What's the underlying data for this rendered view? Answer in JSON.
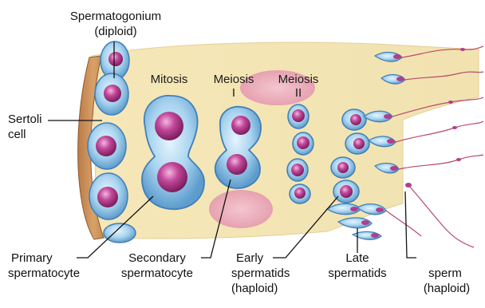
{
  "labels": {
    "spermatogonium": "Spermatogonium",
    "spermatogonium_ploidy": "(diploid)",
    "sertoli_1": "Sertoli",
    "sertoli_2": "cell",
    "primary_1": "Primary",
    "primary_2": "spermatocyte",
    "secondary_1": "Secondary",
    "secondary_2": "spermatocyte",
    "early_1": "Early",
    "early_2": "spermatids",
    "early_3": "(haploid)",
    "late_1": "Late",
    "late_2": "spermatids",
    "sperm_1": "sperm",
    "sperm_2": "(haploid)"
  },
  "stages": {
    "mitosis": "Mitosis",
    "meiosis_1_a": "Meiosis",
    "meiosis_1_b": "I",
    "meiosis_2_a": "Meiosis",
    "meiosis_2_b": "II"
  },
  "colors": {
    "tissue": "#f3e5b6",
    "basement": "#c48a55",
    "cell_outer": "#8fc3e6",
    "cell_border": "#3f7fb8",
    "nucleus": "#a8307f",
    "nucleus_light": "#e08fca",
    "rbc": "#eab0bb",
    "tail": "#b84a6a"
  }
}
